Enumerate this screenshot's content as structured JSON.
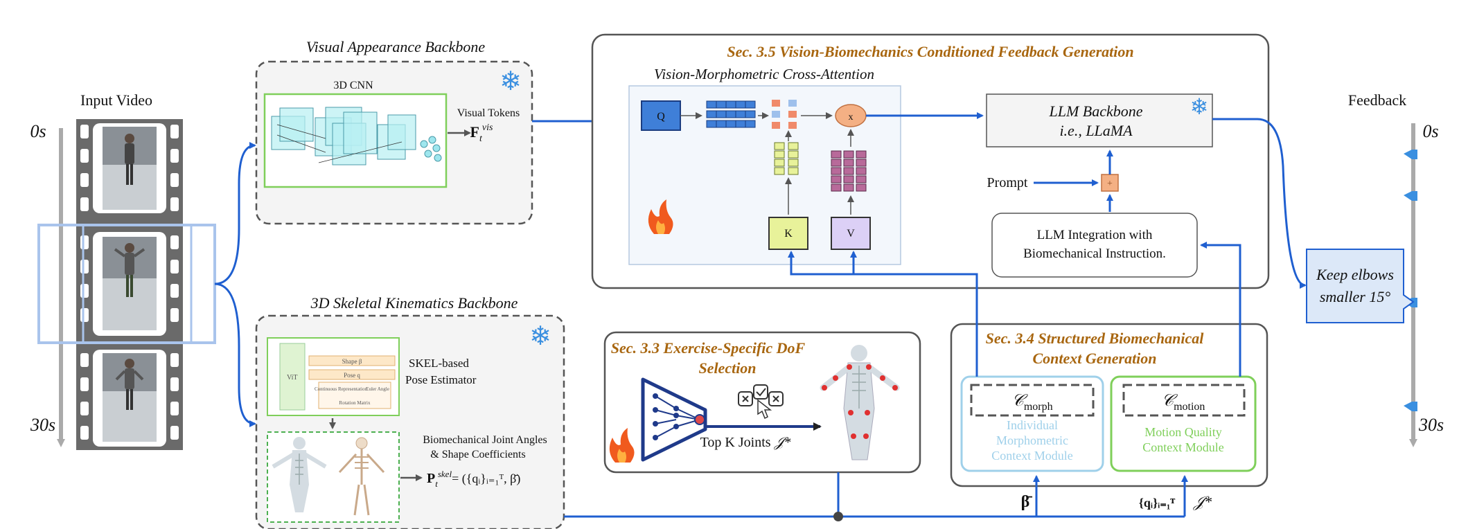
{
  "input": {
    "title": "Input Video",
    "t_start": "0s",
    "t_end": "30s"
  },
  "visual": {
    "title": "Visual Appearance Backbone",
    "cnn_label": "3D CNN",
    "tokens_label": "Visual Tokens",
    "tokens_symbol": "F",
    "tokens_sub": "t",
    "tokens_sup": "vis"
  },
  "skeletal": {
    "title": "3D Skeletal Kinematics Backbone",
    "estimator_line1": "SKEL-based",
    "estimator_line2": "Pose Estimator",
    "joint_line1": "Biomechanical Joint Angles",
    "joint_line2": "& Shape Coefficients",
    "formula": "P",
    "formula_sub": "t",
    "formula_sup": "skel",
    "formula_rhs": "= ({qᵢ}ᵢ₌₁ᵀ, β̄)",
    "inner_vit": "ViT",
    "inner_shape": "Shape β",
    "inner_pose": "Pose q",
    "inner_cont": "Continuous Representation",
    "inner_euler": "Euler Angle",
    "inner_rot": "Rotation Matrix"
  },
  "feedback_gen": {
    "title": "Sec. 3.5 Vision-Biomechanics Conditioned Feedback Generation",
    "cross_attention": "Vision-Morphometric Cross-Attention",
    "q": "Q",
    "k": "K",
    "v": "V",
    "x": "x",
    "llm_line1": "LLM Backbone",
    "llm_line2": "i.e., LLaMA",
    "prompt": "Prompt",
    "plus": "+",
    "integration_line1": "LLM Integration with",
    "integration_line2": "Biomechanical Instruction."
  },
  "dof": {
    "title_line1": "Sec. 3.3 Exercise-Specific DoF",
    "title_line2": "Selection",
    "topk": "Top K Joints",
    "topk_symbol": "𝒥*"
  },
  "context": {
    "title_line1": "Sec. 3.4 Structured Biomechanical",
    "title_line2": "Context Generation",
    "morph_symbol": "𝒞",
    "morph_sub": "morph",
    "morph_line1": "Individual",
    "morph_line2": "Morphometric",
    "morph_line3": "Context Module",
    "motion_symbol": "𝒞",
    "motion_sub": "motion",
    "motion_line1": "Motion Quality",
    "motion_line2": "Context Module",
    "beta_label": "β̄",
    "q_label": "{qᵢ}ᵢ₌₁ᵀ",
    "j_label": "𝒥*"
  },
  "output": {
    "title": "Feedback",
    "t_start": "0s",
    "t_end": "30s",
    "bubble_line1": "Keep elbows",
    "bubble_line2": "smaller 15°"
  },
  "colors": {
    "arrow_blue": "#1f5fd0",
    "section_title": "#a8660f",
    "frozen_blue": "#3a8fe0",
    "green_box": "#7fcf5a",
    "morph_blue": "#9fd0ea",
    "fire": "#f05a1e"
  }
}
